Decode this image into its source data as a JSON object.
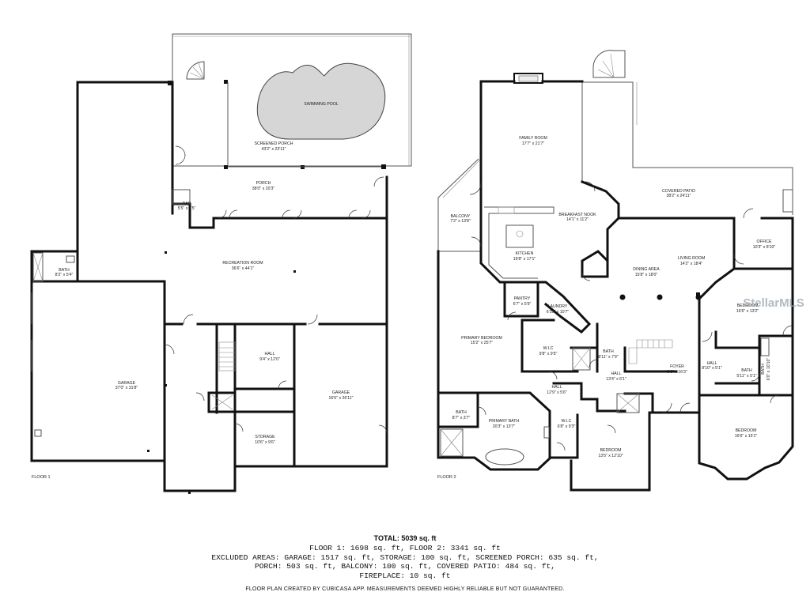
{
  "floor1": {
    "label": "FLOOR 1",
    "rooms": {
      "swimming_pool": "SWIMMING POOL",
      "screened_porch": {
        "name": "SCREENED PORCH",
        "dim": "43'2\" x 23'11\""
      },
      "porch": {
        "name": "PORCH",
        "dim": "38'0\" x 20'3\""
      },
      "bar": {
        "name": "BAR",
        "dim": "5'5\" x 7'5\""
      },
      "bath": {
        "name": "BATH",
        "dim": "8'2\" x 5'4\""
      },
      "recreation_room": {
        "name": "RECREATION ROOM",
        "dim": "36'6\" x 44'1\""
      },
      "hall": {
        "name": "HALL",
        "dim": "9'4\" x 12'0\""
      },
      "garage_large": {
        "name": "GARAGE",
        "dim": "37'0\" x 31'8\""
      },
      "garage_small": {
        "name": "GARAGE",
        "dim": "16'6\" x 26'11\""
      },
      "storage": {
        "name": "STORAGE",
        "dim": "10'6\" x 9'6\""
      }
    }
  },
  "floor2": {
    "label": "FLOOR 2",
    "rooms": {
      "family_room": {
        "name": "FAMILY ROOM",
        "dim": "17'7\" x 21'7\""
      },
      "covered_patio": {
        "name": "COVERED PATIO",
        "dim": "38'2\" x 24'11\""
      },
      "balcony": {
        "name": "BALCONY",
        "dim": "7'2\" x 13'8\""
      },
      "breakfast_nook": {
        "name": "BREAKFAST NOOK",
        "dim": "14'1\" x 11'2\""
      },
      "kitchen": {
        "name": "KITCHEN",
        "dim": "19'8\" x 17'1\""
      },
      "office": {
        "name": "OFFICE",
        "dim": "10'3\" x 8'10\""
      },
      "living_room": {
        "name": "LIVING ROOM",
        "dim": "14'2\" x 18'4\""
      },
      "dining_area": {
        "name": "DINING AREA",
        "dim": "15'8\" x 18'0\""
      },
      "pantry": {
        "name": "PANTRY",
        "dim": "6'7\" x 5'9\""
      },
      "laundry": {
        "name": "LAUNDRY",
        "dim": "6'10\" x 10'7\""
      },
      "bedroom_right": {
        "name": "BEDROOM",
        "dim": "16'6\" x 13'2\""
      },
      "primary_bedroom": {
        "name": "PRIMARY BEDROOM",
        "dim": "15'2\" x 25'7\""
      },
      "wic_1": {
        "name": "W.I.C",
        "dim": "9'8\" x 9'5\""
      },
      "bath_center": {
        "name": "BATH",
        "dim": "8'11\" x 7'9\""
      },
      "hall_right": {
        "name": "HALL",
        "dim": "8'10\" x 5'1\""
      },
      "bath_right": {
        "name": "BATH",
        "dim": "5'11\" x 5'1\""
      },
      "bath_far_right": {
        "name": "BATH",
        "dim": "6'0\" x 10'10\""
      },
      "hall_center": {
        "name": "HALL",
        "dim": "13'4\" x 6'1\""
      },
      "foyer": {
        "name": "FOYER",
        "dim": "8'6\" x 16'3\""
      },
      "hall_left": {
        "name": "HALL",
        "dim": "12'9\" x 5'6\""
      },
      "bath_primary_small": {
        "name": "BATH",
        "dim": "8'7\" x 3'7\""
      },
      "primary_bath": {
        "name": "PRIMARY BATH",
        "dim": "20'3\" x 13'7\""
      },
      "wic_2": {
        "name": "W.I.C",
        "dim": "6'8\" x 9'3\""
      },
      "bedroom_center": {
        "name": "BEDROOM",
        "dim": "13'5\" x 12'10\""
      },
      "bedroom_bottom_right": {
        "name": "BEDROOM",
        "dim": "16'6\" x 15'1\""
      }
    }
  },
  "watermark": "StellarMLS",
  "summary": {
    "total": "TOTAL: 5039 sq. ft",
    "line1": "FLOOR 1: 1698 sq. ft, FLOOR 2: 3341 sq. ft",
    "line2": "EXCLUDED AREAS: GARAGE: 1517 sq. ft, STORAGE: 100 sq. ft, SCREENED PORCH: 635 sq. ft,",
    "line3": "PORCH: 503 sq. ft, BALCONY: 100 sq. ft, COVERED PATIO: 484 sq. ft,",
    "line4": "FIREPLACE: 10 sq. ft",
    "disclaimer": "FLOOR PLAN CREATED BY CUBICASA APP. MEASUREMENTS DEEMED HIGHLY RELIABLE BUT NOT GUARANTEED."
  },
  "colors": {
    "wall": "#111111",
    "pool": "#d6d6d6",
    "watermark": "#9aa3ad"
  }
}
